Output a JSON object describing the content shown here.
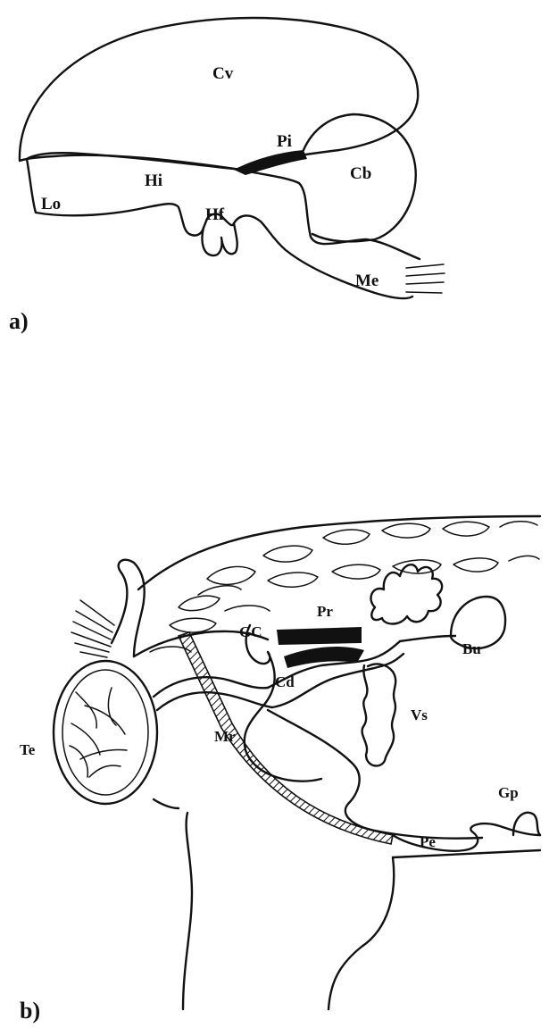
{
  "panel_a": {
    "caption": "a)",
    "labels": {
      "cv": "Cv",
      "pi": "Pi",
      "cb": "Cb",
      "hi": "Hi",
      "lo": "Lo",
      "hf": "Hf",
      "me": "Me"
    }
  },
  "panel_b": {
    "caption": "b)",
    "labels": {
      "pr": "Pr",
      "gc": "GC",
      "bu": "Bu",
      "cd": "Cd",
      "vs": "Vs",
      "te": "Te",
      "mr": "Mr",
      "gp": "Gp",
      "pe": "Pe"
    }
  }
}
